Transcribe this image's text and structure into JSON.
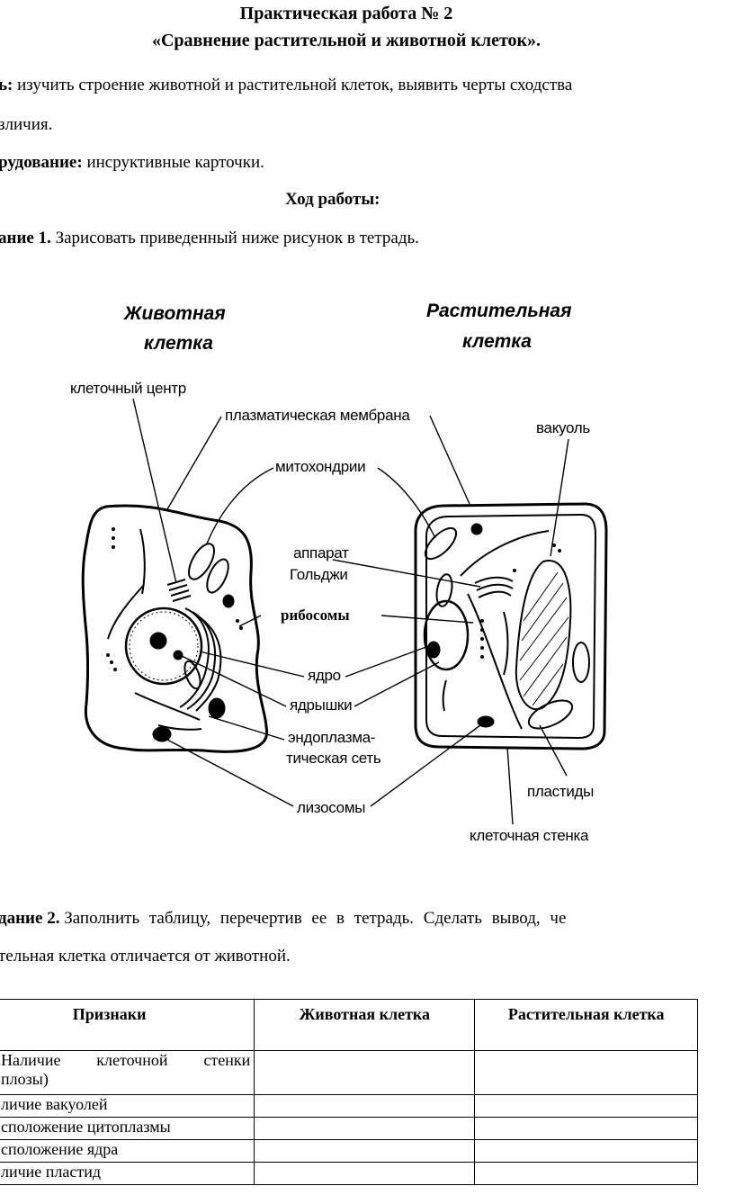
{
  "title_line1": "Практическая работа № 2",
  "title_line2": "«Сравнение растительной и животной клеток».",
  "goal": {
    "label": "ь:",
    "text": "изучить строение животной и растительной клеток, выявить черты сходства",
    "cont": "зличия."
  },
  "equipment": {
    "label": "рудование:",
    "text": "инсруктивные карточки."
  },
  "progress_heading": "Ход работы:",
  "task1": {
    "label": "ание 1.",
    "text": "Зарисовать приведенный ниже рисунок в тетрадь."
  },
  "figure": {
    "animal_title_1": "Животная",
    "animal_title_2": "клетка",
    "plant_title_1": "Растительная",
    "plant_title_2": "клетка",
    "labels": {
      "cell_center": "клеточный центр",
      "plasma_membrane": "плазматическая мембрана",
      "vacuole": "вакуоль",
      "mitochondria": "митохондрии",
      "golgi_1": "аппарат",
      "golgi_2": "Гольджи",
      "ribosomes": "рибосомы",
      "nucleus": "ядро",
      "nucleoli": "ядрышки",
      "er_1": "эндоплазма-",
      "er_2": "тическая сеть",
      "plastids": "пластиды",
      "lysosomes": "лизосомы",
      "cell_wall": "клеточная стенка"
    }
  },
  "task2": {
    "label": "дание 2.",
    "text": "Заполнить таблицу, перечертив ее в тетрадь. Сделать вывод, че",
    "cont": "тельная клетка отличается от животной."
  },
  "table": {
    "headers": [
      "Признаки",
      "Животная клетка",
      "Растительная клетка"
    ],
    "rows": [
      {
        "l1": "Наличие клеточной стенки",
        "l2": "плозы)"
      },
      {
        "l1": "личие вакуолей"
      },
      {
        "l1": "сположение цитоплазмы"
      },
      {
        "l1": "сположение ядра"
      },
      {
        "l1": "личие пластид"
      }
    ]
  }
}
